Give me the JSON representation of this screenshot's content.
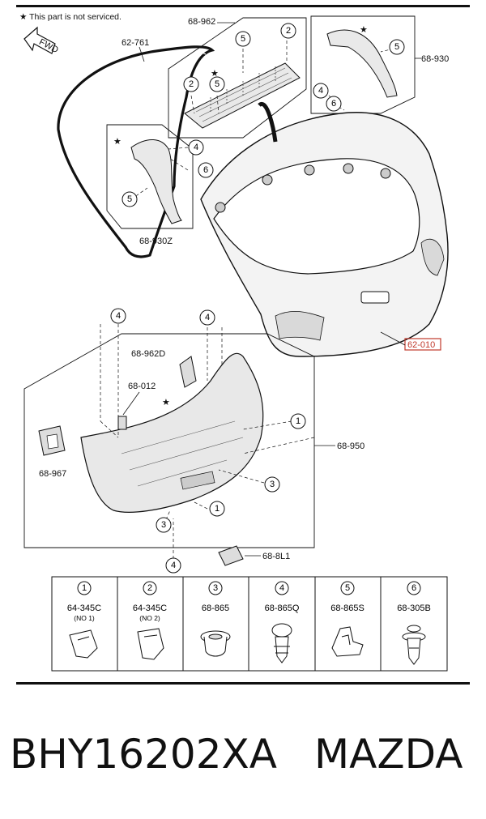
{
  "header": {
    "note": "★ This part is not serviced."
  },
  "fwd": "FWD",
  "callouts": {
    "weatherstrip": "62-761",
    "upper_trim": "68-962",
    "right_side_trim": "68-930",
    "left_side_trim": "68-930Z",
    "liftgate": "62-010",
    "trim_bracket": "68-962D",
    "bracket_clip": "68-012",
    "handle": "68-967",
    "lower_trim": "68-950",
    "pull_handle": "68-8L1"
  },
  "circle_numbers": [
    "1",
    "2",
    "3",
    "4",
    "5",
    "6"
  ],
  "fastener_table": {
    "columns": [
      {
        "num": "1",
        "code": "64-345C",
        "sub": "(NO 1)",
        "icon": "clip-nut-icon"
      },
      {
        "num": "2",
        "code": "64-345C",
        "sub": "(NO 2)",
        "icon": "clip-nut-icon"
      },
      {
        "num": "3",
        "code": "68-865",
        "sub": "",
        "icon": "grommet-icon"
      },
      {
        "num": "4",
        "code": "68-865Q",
        "sub": "",
        "icon": "push-clip-icon"
      },
      {
        "num": "5",
        "code": "68-865S",
        "sub": "",
        "icon": "retainer-clip-icon"
      },
      {
        "num": "6",
        "code": "68-305B",
        "sub": "",
        "icon": "rivet-clip-icon"
      }
    ]
  },
  "footer": {
    "part_number": "BHY16202XA",
    "brand": "MAZDA"
  },
  "colors": {
    "line": "#111111",
    "highlight": "#c0392b",
    "background": "#ffffff"
  }
}
